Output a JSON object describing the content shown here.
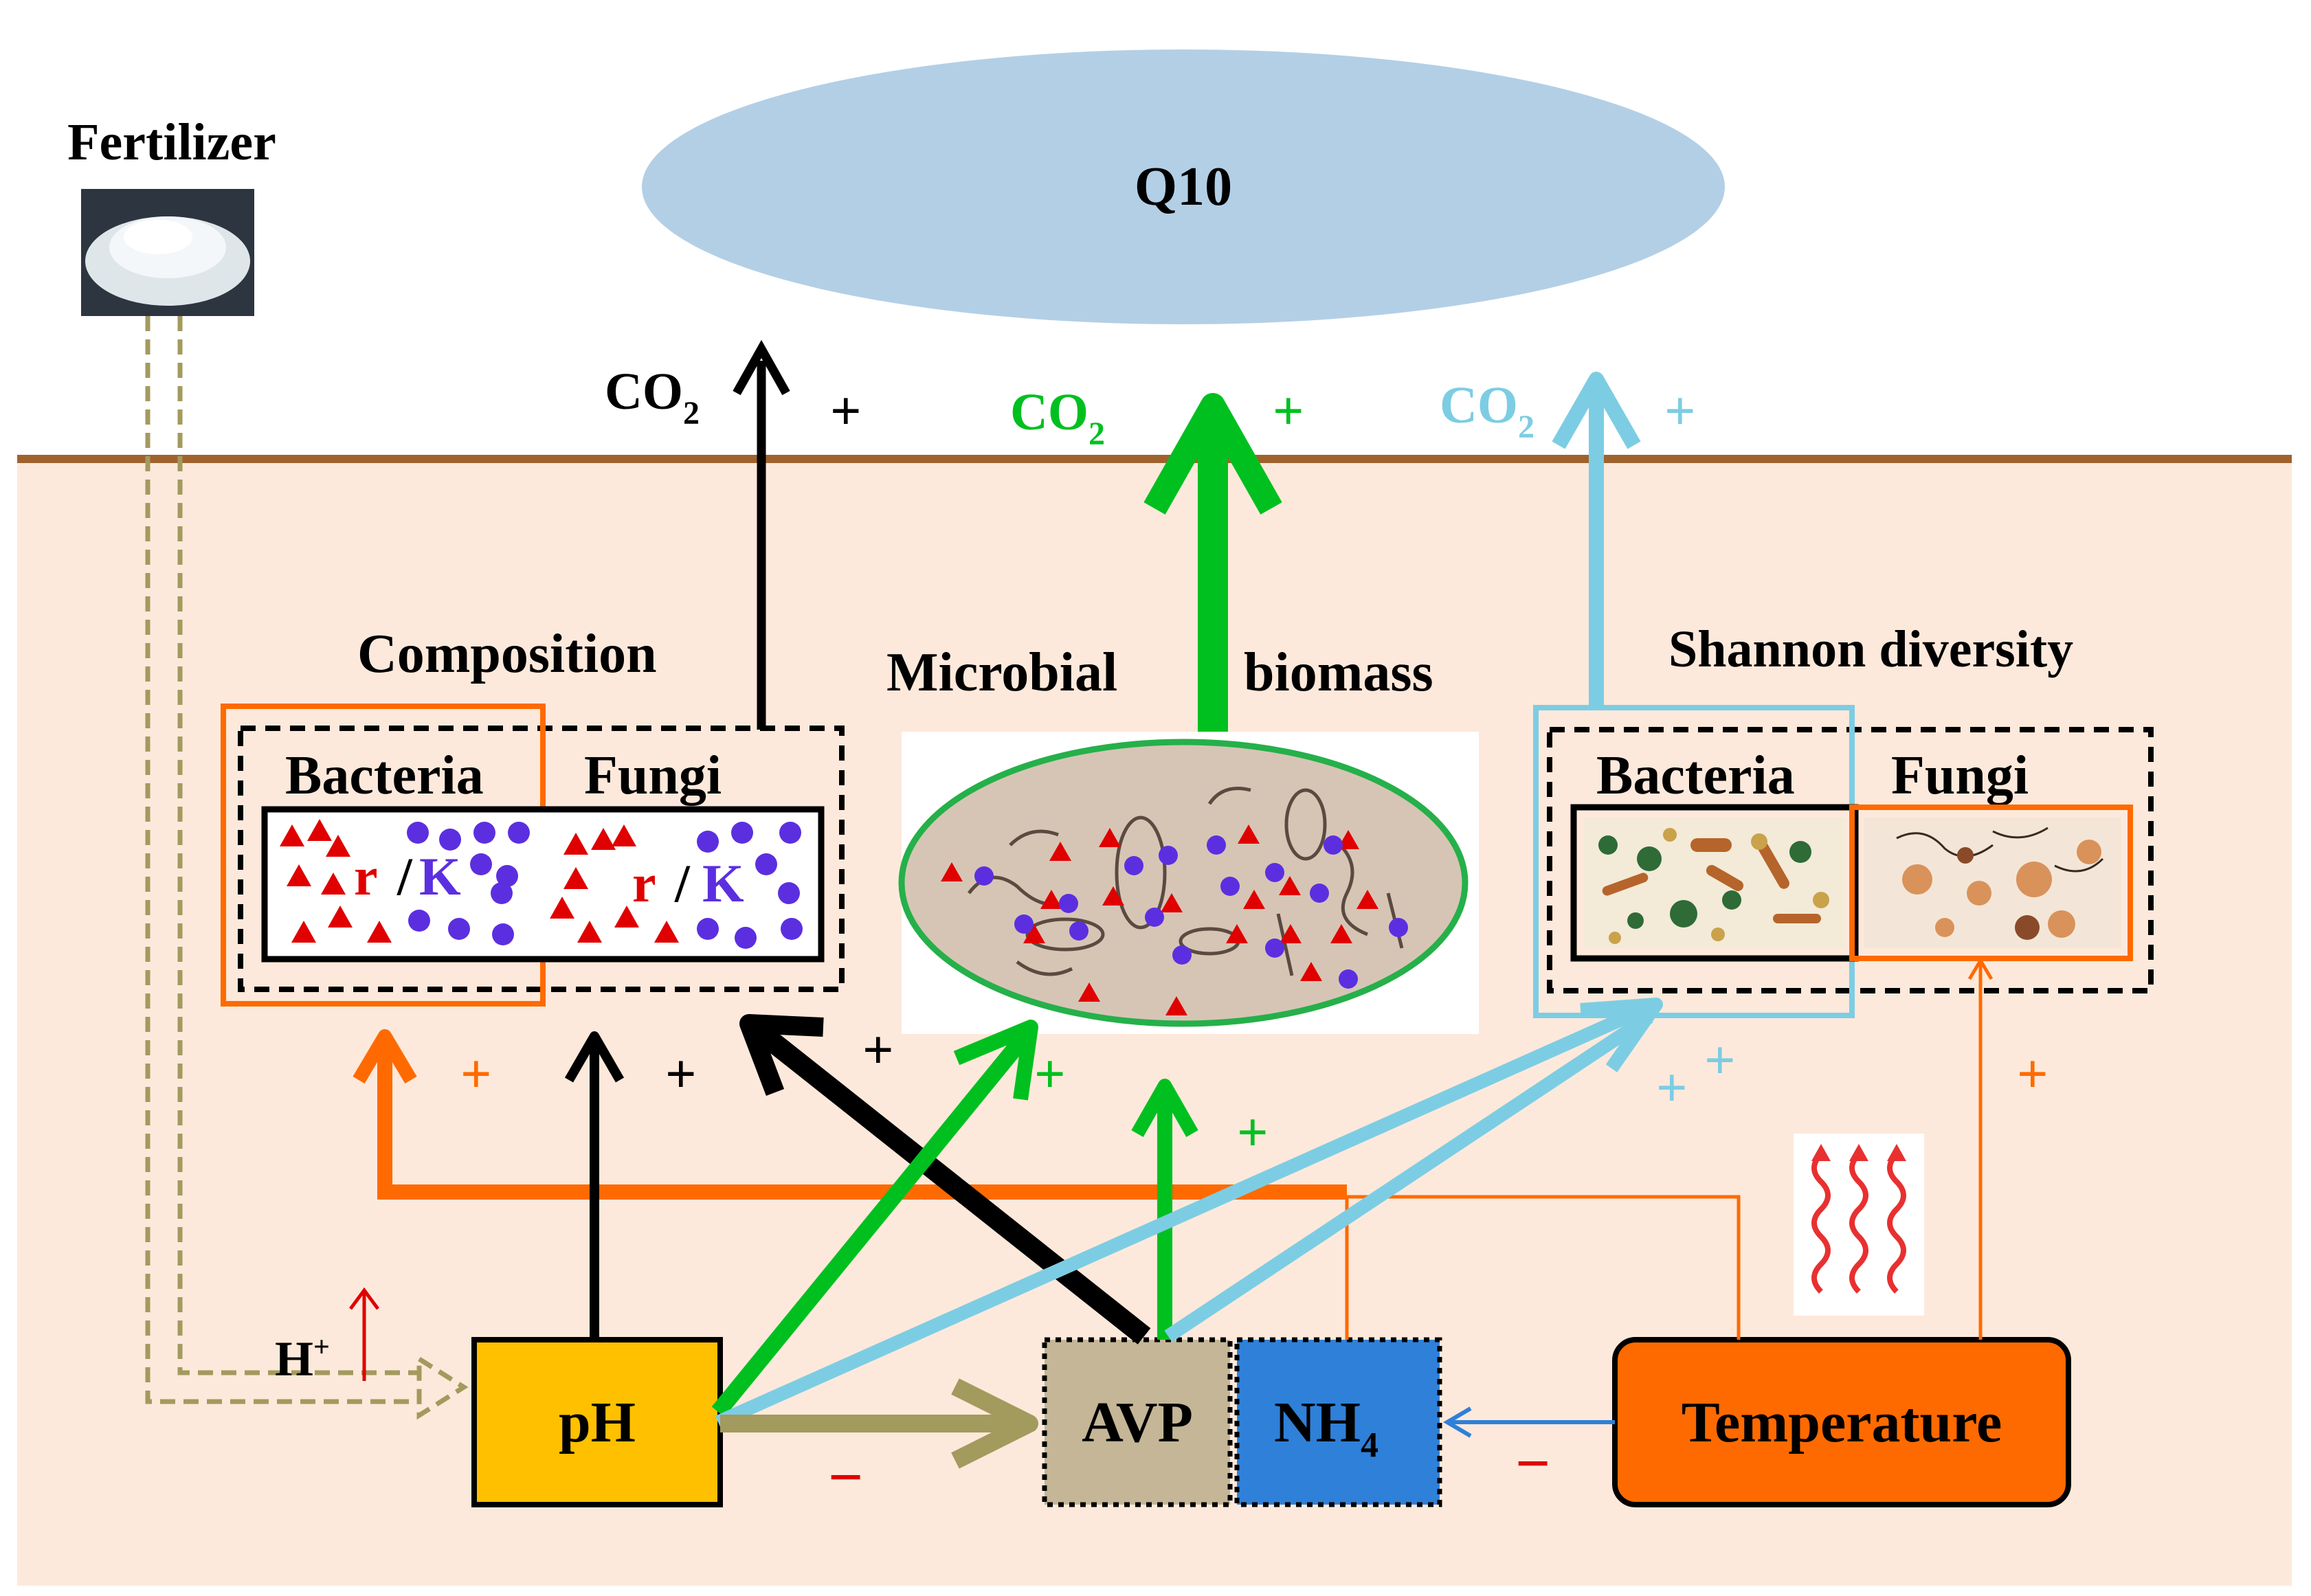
{
  "title_oval": {
    "label": "Q10"
  },
  "fertilizer": {
    "label": "Fertilizer"
  },
  "hplus": {
    "base": "H",
    "sup": "+"
  },
  "co2": [
    {
      "base": "CO",
      "sub": "2",
      "sign": "+",
      "color": "#000000"
    },
    {
      "base": "CO",
      "sub": "2",
      "sign": "+",
      "color": "#00c020"
    },
    {
      "base": "CO",
      "sub": "2",
      "sign": "+",
      "color": "#7ccde3"
    }
  ],
  "composition": {
    "heading": "Composition",
    "bacteria_label": "Bacteria",
    "fungi_label": "Fungi",
    "r": "r",
    "slash": "/",
    "k": "K"
  },
  "biomass": {
    "word1": "Microbial",
    "word2": "biomass"
  },
  "diversity": {
    "heading": "Shannon diversity",
    "bacteria_label": "Bacteria",
    "fungi_label": "Fungi"
  },
  "boxes": {
    "ph": "pH",
    "avp": "AVP",
    "nh4_base": "NH",
    "nh4_sub": "4",
    "temperature": "Temperature"
  },
  "signs": {
    "plus": "+",
    "minus": "−"
  },
  "colors": {
    "soil": "#fde9db",
    "surface_line": "#a0622d",
    "oval": "#b3cfe6",
    "ph_box": "#ffc000",
    "avp_box": "#c4b696",
    "nh4_box": "#2f80d8",
    "temp_box": "#ff6a00",
    "orange": "#ff6a00",
    "green": "#00c020",
    "lightblue": "#7ccde3",
    "olive": "#a39a5e",
    "red": "#e00000",
    "blue": "#5b2fe0"
  }
}
